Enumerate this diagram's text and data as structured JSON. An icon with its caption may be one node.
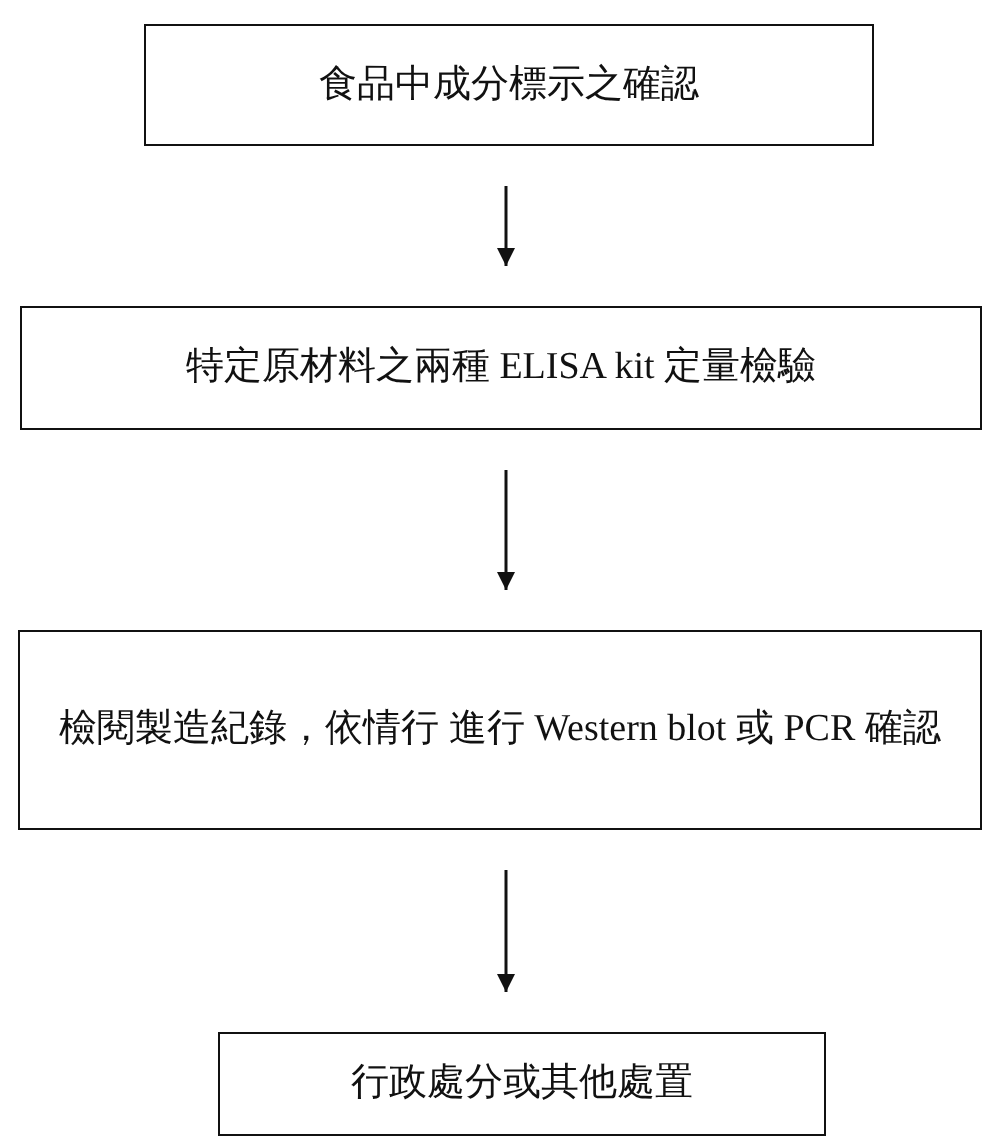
{
  "diagram": {
    "nodes": [
      {
        "text": [
          "食品中成分標示之確認"
        ]
      },
      {
        "text": [
          "特定原材料之兩種 ELISA kit 定量檢驗"
        ]
      },
      {
        "text": [
          "檢閱製造紀錄，依情行 進行 Western blot 或 PCR 確認"
        ]
      },
      {
        "text": [
          "行政處分或其他處置"
        ]
      }
    ],
    "edges": [
      {
        "from": 0,
        "to": 1,
        "arrow": "to"
      },
      {
        "from": 1,
        "to": 2,
        "arrow": "to"
      },
      {
        "from": 2,
        "to": 3,
        "arrow": "to"
      }
    ]
  }
}
